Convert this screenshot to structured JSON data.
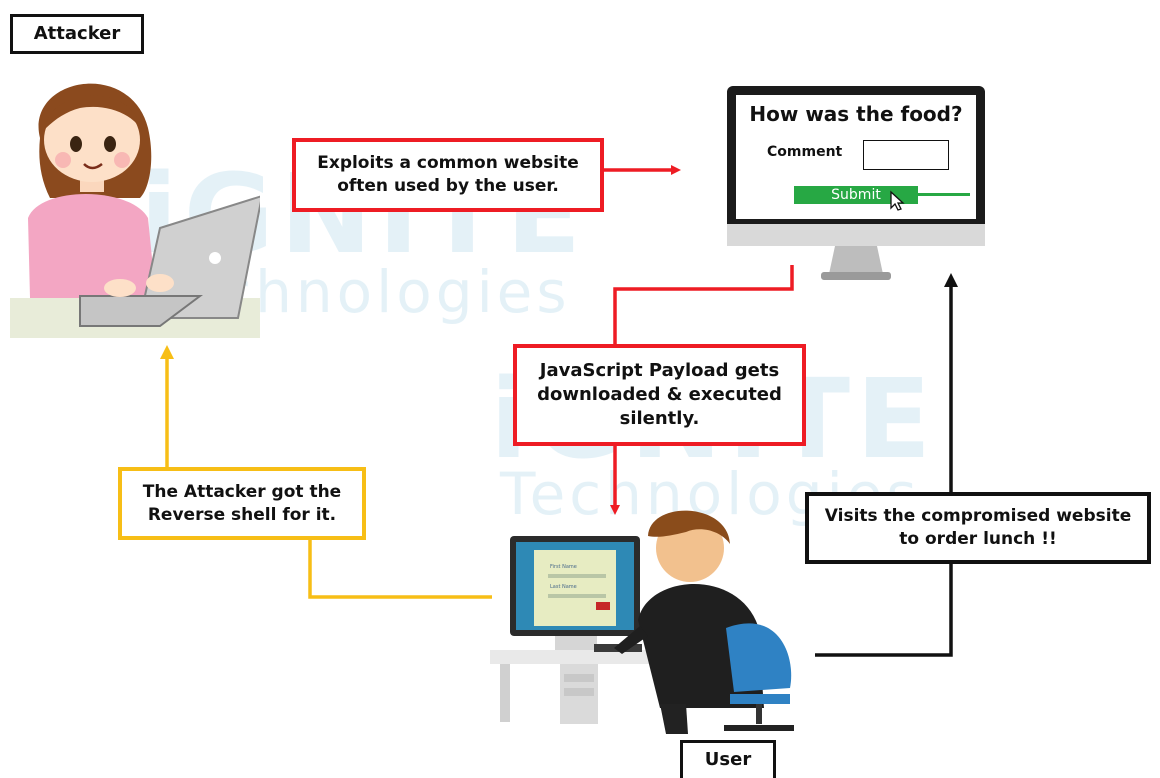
{
  "labels": {
    "attacker": "Attacker",
    "user": "User",
    "exploit": "Exploits a common website often used by the user.",
    "payload": "JavaScript Payload gets downloaded & executed silently.",
    "reverse": "The Attacker got the Reverse shell for it.",
    "visits": "Visits the compromised website to order lunch !!"
  },
  "website": {
    "title": "How was the food?",
    "comment_label": "Comment",
    "submit_label": "Submit"
  },
  "user_screen": {
    "first_name": "First Name",
    "last_name": "Last Name"
  },
  "watermark": {
    "logo": "iGNITE",
    "tagline": "Technologies"
  },
  "colors": {
    "red": "#ee1c24",
    "yellow": "#f7be16",
    "black": "#111111",
    "green": "#27a844"
  }
}
